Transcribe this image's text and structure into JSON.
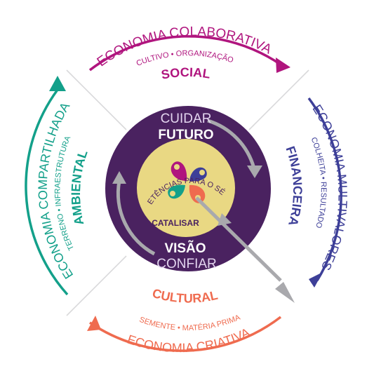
{
  "center": {
    "top_light": "CUIDAR",
    "top_bold": "FUTURO",
    "inner_arc": "COMPETÊNCIAS PARA O SÉC. XXI",
    "inner_bottom": "CATALISAR",
    "bottom_bold": "VISÃO",
    "bottom_light": "CONFIAR"
  },
  "quadrants": {
    "social": {
      "title": "SOCIAL",
      "subtitle": "CULTIVO • ORGANIZAÇÃO",
      "economy": "ECONOMIA COLABORATIVA",
      "color": "#b0157e"
    },
    "financeira": {
      "title": "FINANCEIRA",
      "subtitle": "COLHEITA • RESULTADO",
      "economy": "ECONOMIA MULTIVALORES",
      "color": "#3d3f98"
    },
    "cultural": {
      "title": "CULTURAL",
      "subtitle": "SEMENTE • MATÉRIA PRIMA",
      "economy": "ECONOMIA CRIATIVA",
      "color": "#ef6b4f"
    },
    "ambiental": {
      "title": "AMBIENTAL",
      "subtitle": "TERRENO • INFRAESTRUTURA",
      "economy": "ECONOMIA COMPARTILHADA",
      "color": "#13a08a"
    }
  },
  "colors": {
    "center_purple": "#4a2260",
    "inner_yellow": "#e9d883",
    "arrow_gray": "#a9a9ad"
  }
}
